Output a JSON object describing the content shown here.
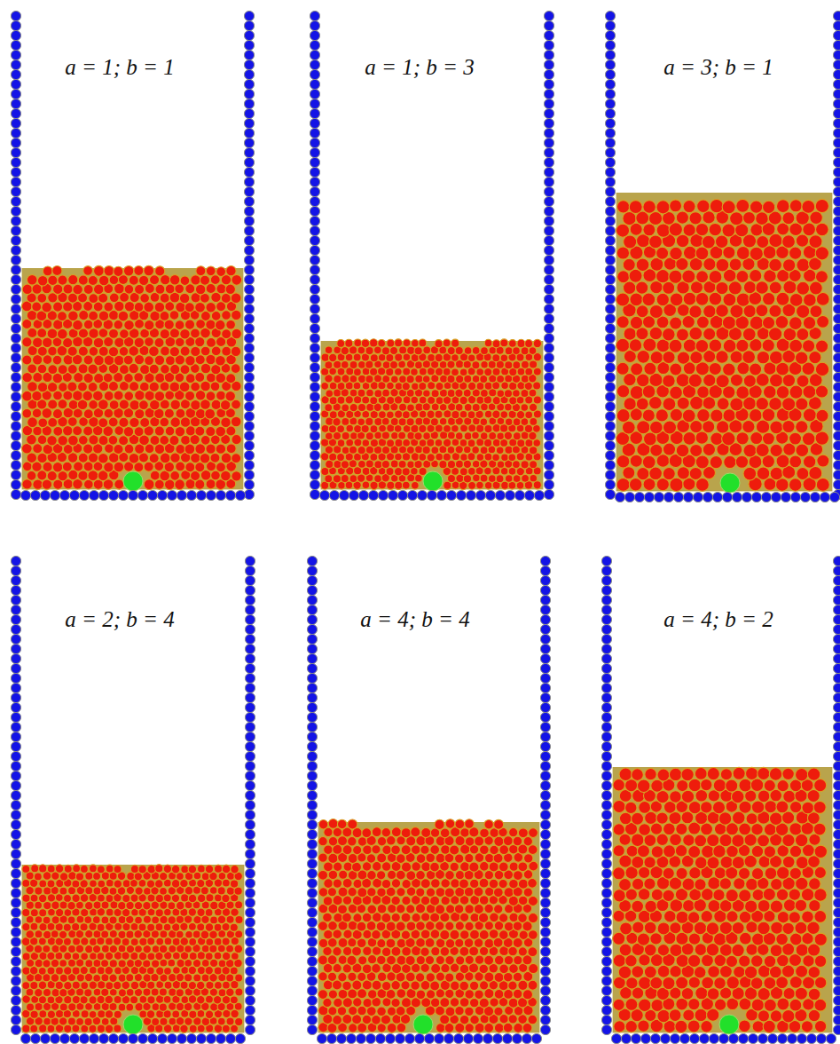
{
  "diagram": {
    "labels": [
      "a = 1; b = 1",
      "a = 1; b = 3",
      "a = 3; b = 1",
      "a = 2; b = 4",
      "a = 4; b = 4",
      "a = 4; b = 2"
    ]
  }
}
